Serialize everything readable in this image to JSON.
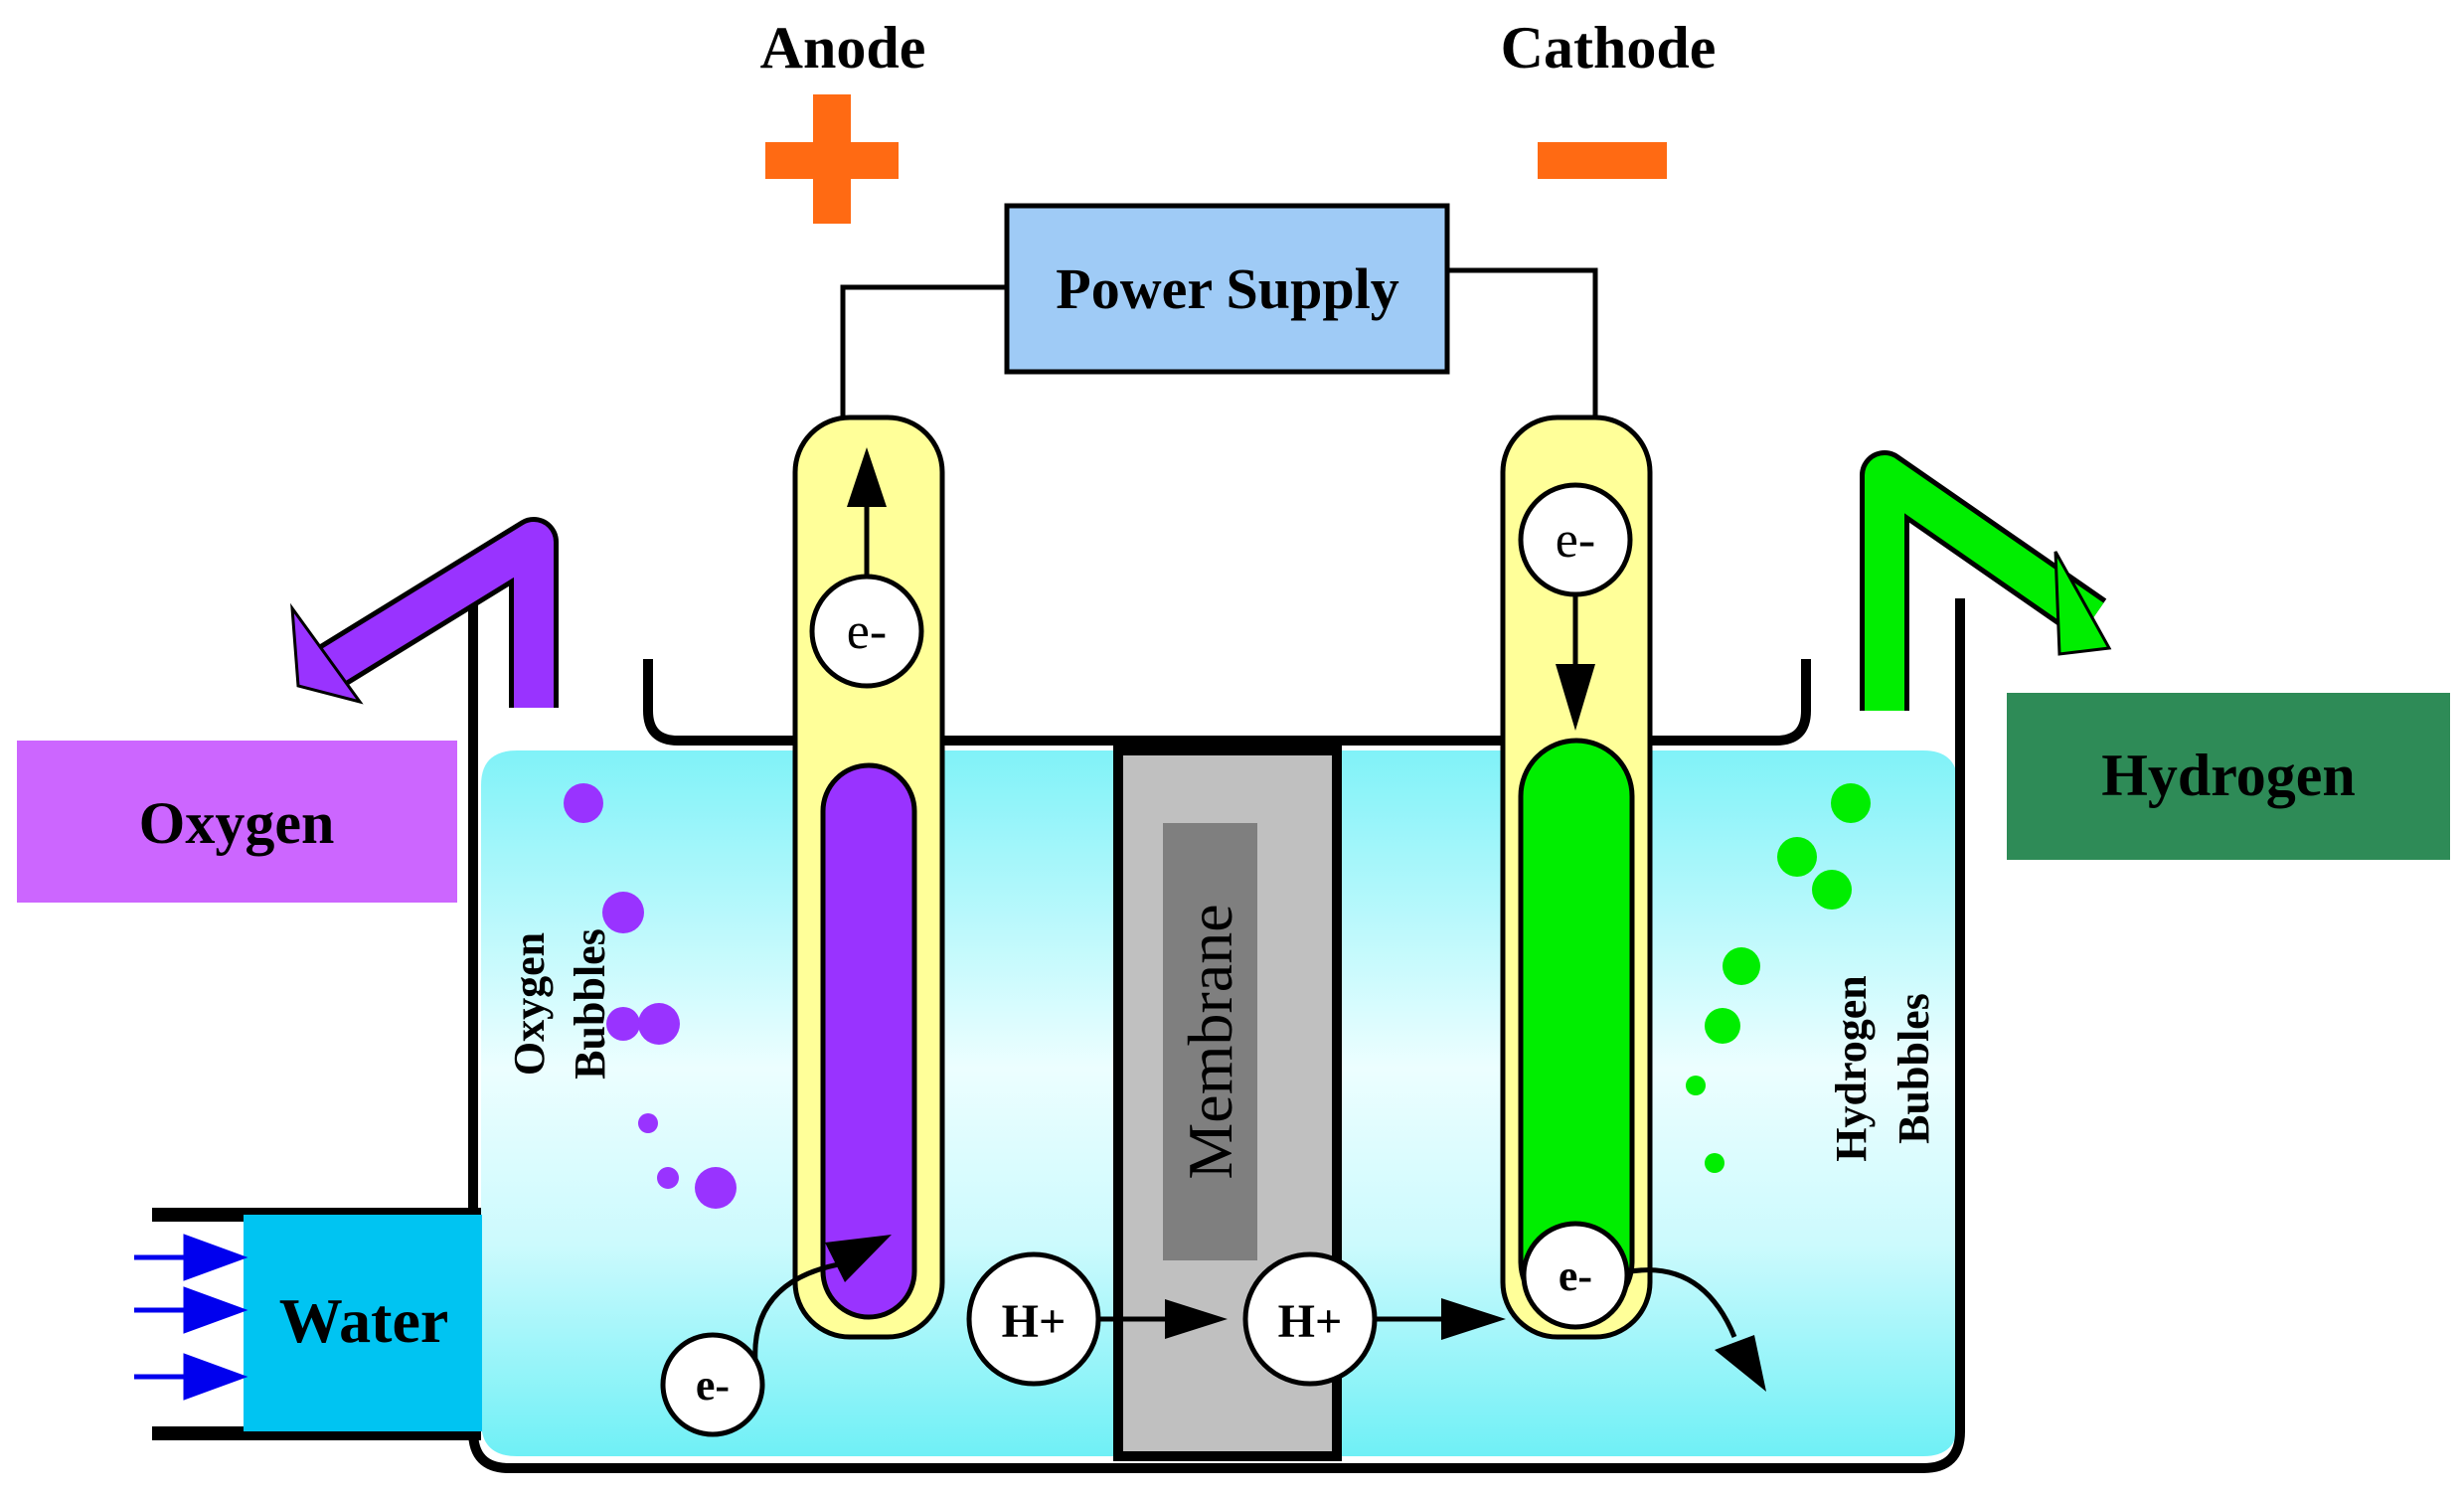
{
  "labels": {
    "anode": "Anode",
    "cathode": "Cathode",
    "anode_sign": "+",
    "cathode_sign": "−",
    "power_supply": "Power Supply",
    "oxygen": "Oxygen",
    "hydrogen": "Hydrogen",
    "water": "Water",
    "membrane": "Membrane",
    "oxygen_bubbles_line1": "Oxygen",
    "oxygen_bubbles_line2": "Bubbles",
    "hydrogen_bubbles_line1": "Hydrogen",
    "hydrogen_bubbles_line2": "Bubbles",
    "electron": "e-",
    "proton": "H+"
  },
  "colors": {
    "sign_orange": "#ff6a13",
    "power_supply_fill": "#9fcbf6",
    "oxygen_purple": "#9933ff",
    "oxygen_box": "#cc66ff",
    "hydrogen_green": "#00ee00",
    "hydrogen_box": "#2e8b57",
    "water_box": "#00c4f2",
    "electrolyte_top": "#80f2f8",
    "electrolyte_mid": "#e6fdff",
    "electrode_sleeve": "#ffff99",
    "membrane_outer": "#c0c0c0",
    "membrane_inner": "#7f7f7f",
    "arrow_blue": "#0000ee"
  }
}
